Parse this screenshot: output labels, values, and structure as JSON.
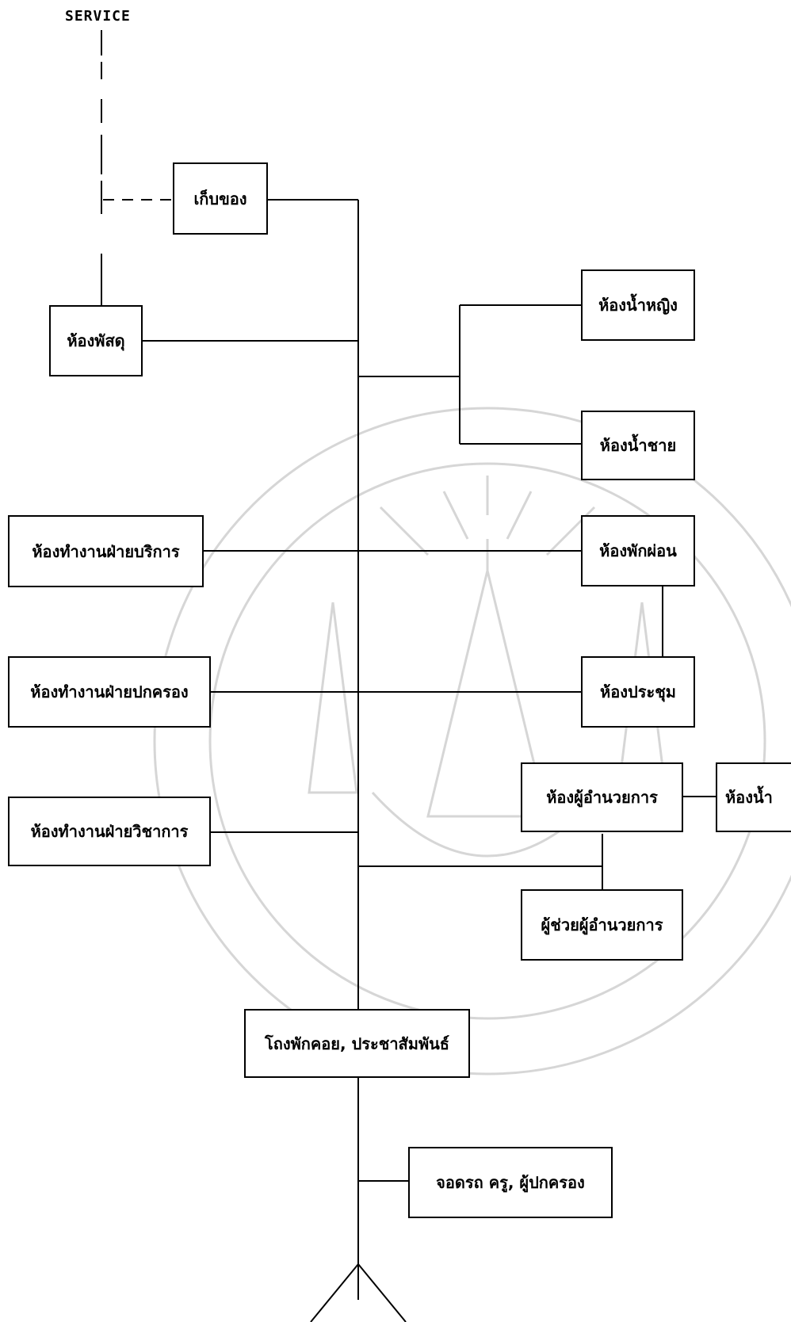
{
  "diagram": {
    "service_label": "SERVICE",
    "rooms": {
      "storage": "เก็บของ",
      "supply_room": "ห้องพัสดุ",
      "women_restroom": "ห้องน้ำหญิง",
      "men_restroom": "ห้องน้ำชาย",
      "service_office": "ห้องทำงานฝ่ายบริการ",
      "lounge": "ห้องพักผ่อน",
      "admin_office": "ห้องทำงานฝ่ายปกครอง",
      "meeting_room": "ห้องประชุม",
      "academic_office": "ห้องทำงานฝ่ายวิชาการ",
      "director_room": "ห้องผู้อำนวยการ",
      "restroom": "ห้องน้ำ",
      "assistant_director": "ผู้ช่วยผู้อำนวยการ",
      "lobby": "โถงพักคอย, ประชาสัมพันธ์",
      "parking": "จอดรถ ครู, ผู้ปกครอง"
    },
    "colors": {
      "line": "#000000",
      "watermark": "#d6d6d6"
    }
  }
}
